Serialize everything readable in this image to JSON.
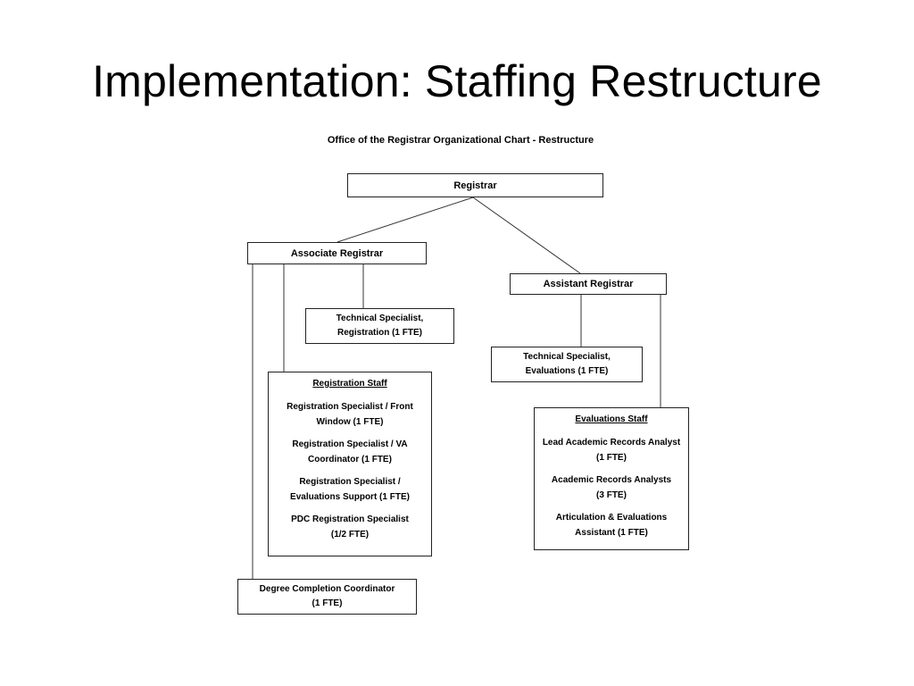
{
  "slide": {
    "title": "Implementation: Staffing Restructure"
  },
  "chart": {
    "caption": "Office of the Registrar Organizational Chart - Restructure",
    "registrar": "Registrar",
    "associate_registrar": "Associate Registrar",
    "assistant_registrar": "Assistant Registrar",
    "tech_specialist_registration": [
      "Technical Specialist,",
      "Registration (1 FTE)"
    ],
    "tech_specialist_evaluations": [
      "Technical Specialist,",
      "Evaluations (1 FTE)"
    ],
    "registration_staff": {
      "heading": "Registration Staff",
      "items": [
        [
          "Registration Specialist / Front",
          "Window (1 FTE)"
        ],
        [
          "Registration Specialist / VA",
          "Coordinator (1 FTE)"
        ],
        [
          "Registration Specialist /",
          "Evaluations Support (1 FTE)"
        ],
        [
          "PDC Registration Specialist",
          "(1/2 FTE)"
        ]
      ]
    },
    "evaluations_staff": {
      "heading": "Evaluations Staff",
      "items": [
        [
          "Lead Academic Records Analyst",
          "(1 FTE)"
        ],
        [
          "Academic Records Analysts",
          "(3 FTE)"
        ],
        [
          "Articulation & Evaluations",
          "Assistant  (1 FTE)"
        ]
      ]
    },
    "degree_completion": [
      "Degree Completion Coordinator",
      "(1 FTE)"
    ]
  }
}
